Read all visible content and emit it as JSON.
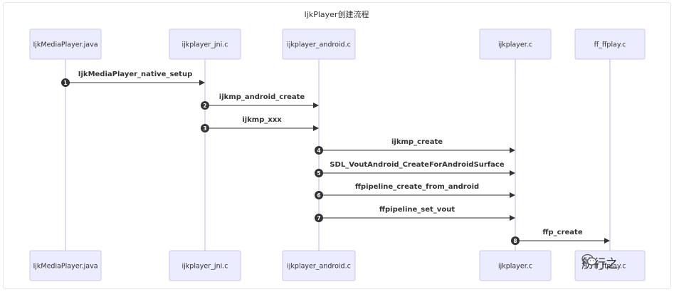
{
  "diagram": {
    "title": "IjkPlayer创建流程",
    "participants": [
      {
        "id": "java",
        "label": "IjkMediaPlayer.java"
      },
      {
        "id": "jni",
        "label": "ijkplayer_jni.c"
      },
      {
        "id": "android",
        "label": "ijkplayer_android.c"
      },
      {
        "id": "core",
        "label": "ijkplayer.c"
      },
      {
        "id": "ffplay",
        "label": "ff_ffplay.c"
      }
    ],
    "messages": [
      {
        "num": "1",
        "from": "java",
        "to": "jni",
        "label": "IjkMediaPlayer_native_setup"
      },
      {
        "num": "2",
        "from": "jni",
        "to": "android",
        "label": "ijkmp_android_create"
      },
      {
        "num": "3",
        "from": "jni",
        "to": "android",
        "label": "ijkmp_xxx"
      },
      {
        "num": "4",
        "from": "android",
        "to": "core",
        "label": "ijkmp_create"
      },
      {
        "num": "5",
        "from": "android",
        "to": "core",
        "label": "SDL_VoutAndroid_CreateForAndroidSurface"
      },
      {
        "num": "6",
        "from": "android",
        "to": "core",
        "label": "ffpipeline_create_from_android"
      },
      {
        "num": "7",
        "from": "android",
        "to": "core",
        "label": "ffpipeline_set_vout"
      },
      {
        "num": "8",
        "from": "core",
        "to": "ffplay",
        "label": "ffp_create"
      }
    ]
  },
  "watermark": {
    "text": "舫行之",
    "icon": "wechat-icon"
  }
}
